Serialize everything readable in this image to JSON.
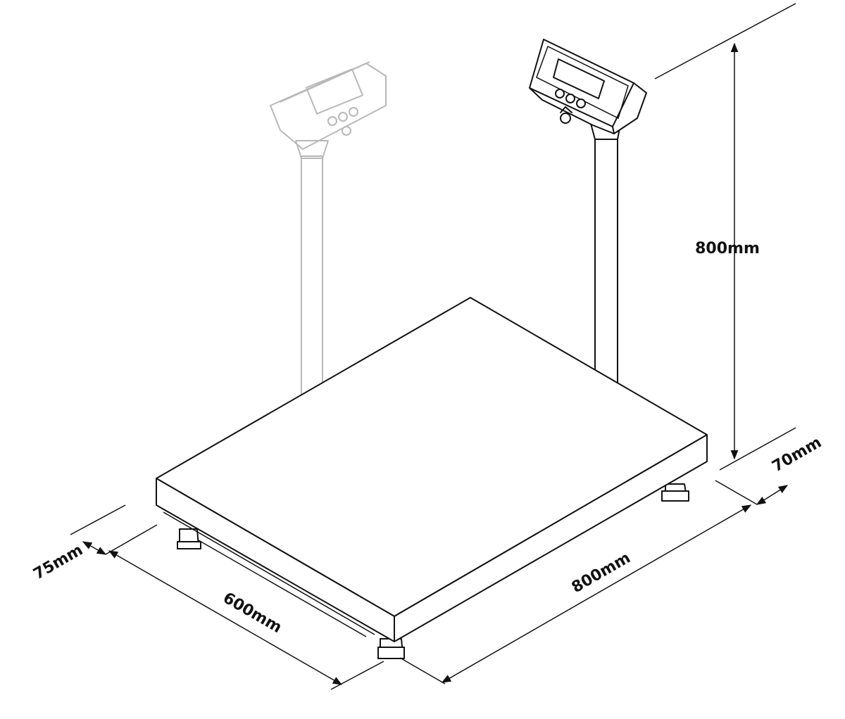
{
  "dimensions": {
    "pole_height": "800mm",
    "pole_depth": "70mm",
    "platform_length": "800mm",
    "platform_width": "600mm",
    "platform_height": "75mm"
  },
  "colors": {
    "line": "#111111",
    "ghost_line": "#b8b8b8",
    "background": "#ffffff"
  }
}
